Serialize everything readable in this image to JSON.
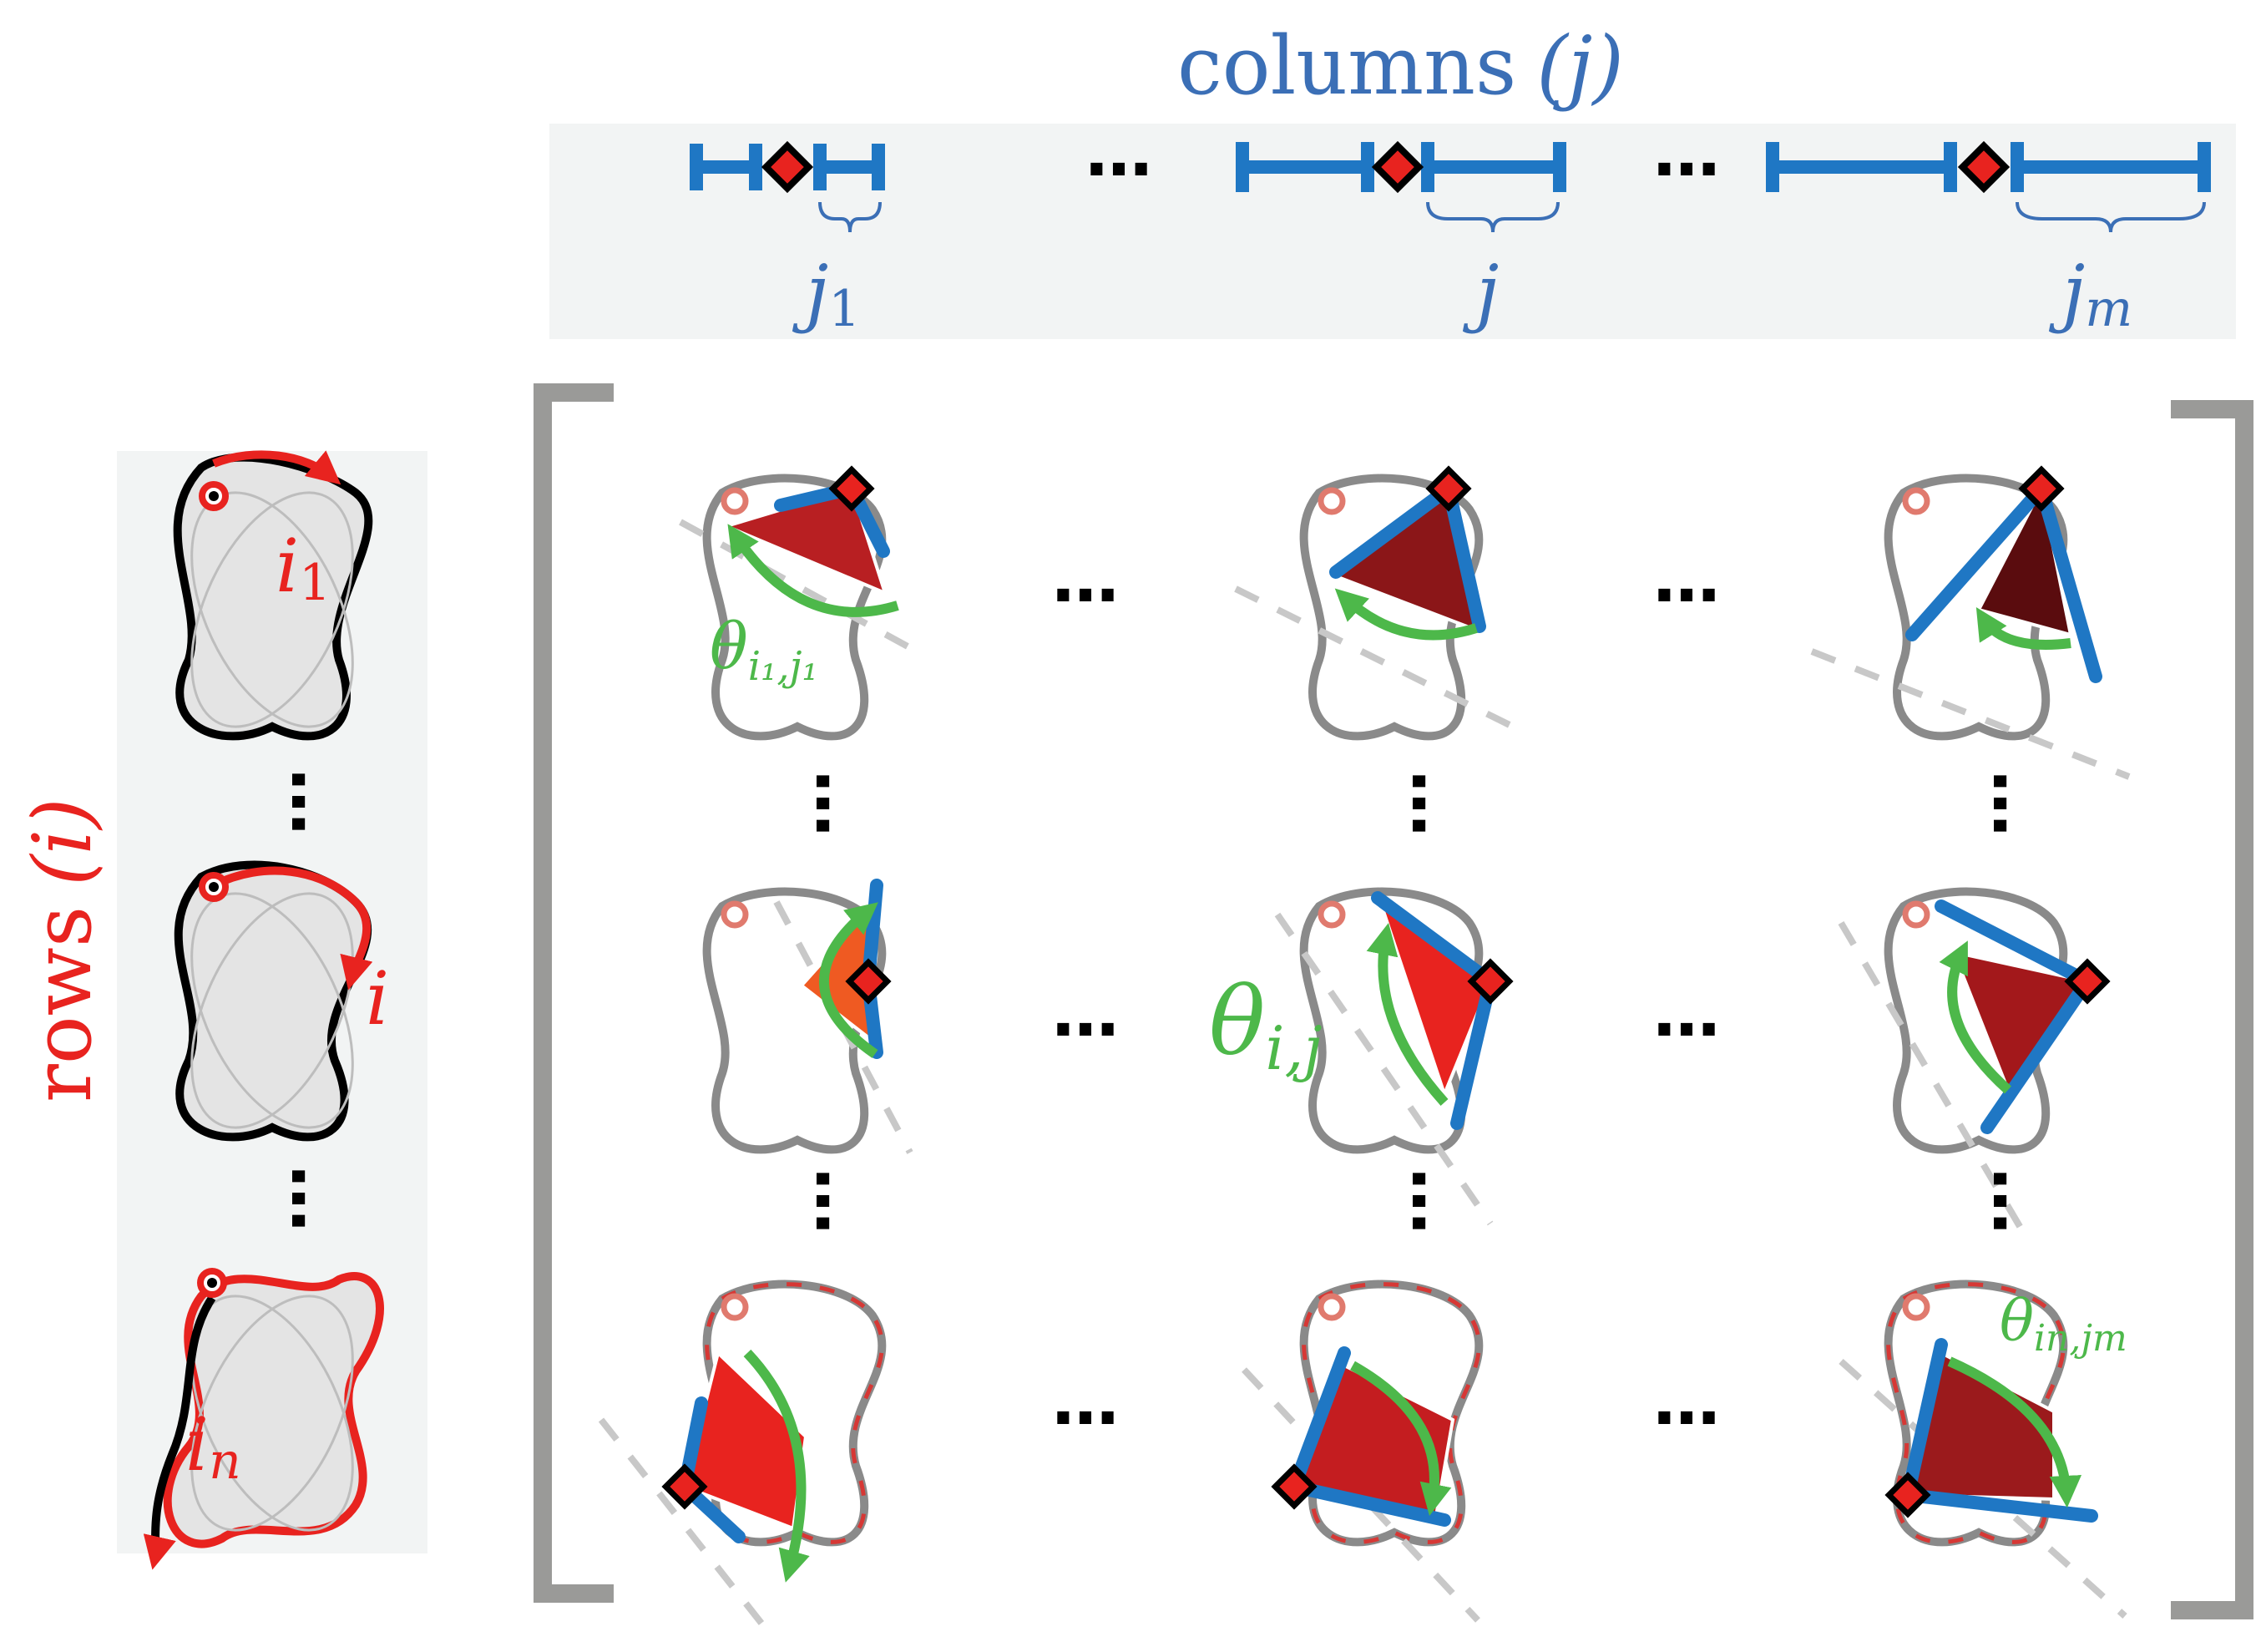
{
  "columns_label": "columns",
  "columns_var": "(j)",
  "rows_label": "rows",
  "rows_var": "(i)",
  "column_ticks": [
    {
      "base": "j",
      "sub": "1"
    },
    {
      "base": "j",
      "sub": ""
    },
    {
      "base": "j",
      "sub": "m"
    }
  ],
  "row_curves": [
    {
      "base": "i",
      "sub": "1"
    },
    {
      "base": "i",
      "sub": ""
    },
    {
      "base": "i",
      "sub": "n"
    }
  ],
  "angle_labels": [
    {
      "theta": "θ",
      "sub": "i₁,j₁"
    },
    {
      "theta": "θ",
      "sub": "i,j"
    },
    {
      "theta": "θ",
      "sub": "in,jm"
    }
  ],
  "ellipsis": "…",
  "colors": {
    "column_blue": "#3b6fb6",
    "segment_blue": "#1f77c4",
    "row_red": "#e8231f",
    "angle_green": "#4db84a",
    "panel_bg": "#f2f4f4",
    "bracket_gray": "#9a9a98",
    "outline_gray": "#8a8a8a",
    "dashed_gray": "#c8c8c8",
    "point_red": "#e8231f"
  },
  "cell_fill_colors": [
    [
      "#b81f22",
      "#8b1618",
      "#5a0c0e"
    ],
    [
      "#ef5a22",
      "#e8231f",
      "#a3181b"
    ],
    [
      "#e8231f",
      "#c41d20",
      "#9b1a1c"
    ]
  ]
}
